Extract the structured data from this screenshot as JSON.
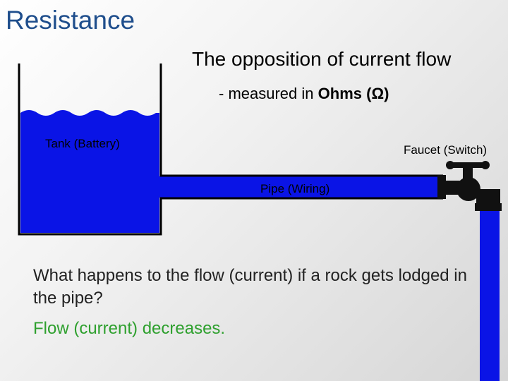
{
  "slide": {
    "title": "Resistance",
    "subtitle": "The opposition of current flow",
    "measured_prefix": "- measured in",
    "measured_unit": "Ohms",
    "measured_symbol": "(Ω)"
  },
  "diagram": {
    "tank_label": "Tank (Battery)",
    "faucet_label": "Faucet (Switch)",
    "pipe_label": "Pipe (Wiring)",
    "colors": {
      "water": "#0a14e6",
      "outline": "#000000",
      "faucet": "#111111",
      "title": "#1f4e8c",
      "answer": "#2ea02e"
    }
  },
  "qa": {
    "question": "What happens to the flow (current) if a rock gets lodged in the pipe?",
    "answer": "Flow (current) decreases."
  }
}
